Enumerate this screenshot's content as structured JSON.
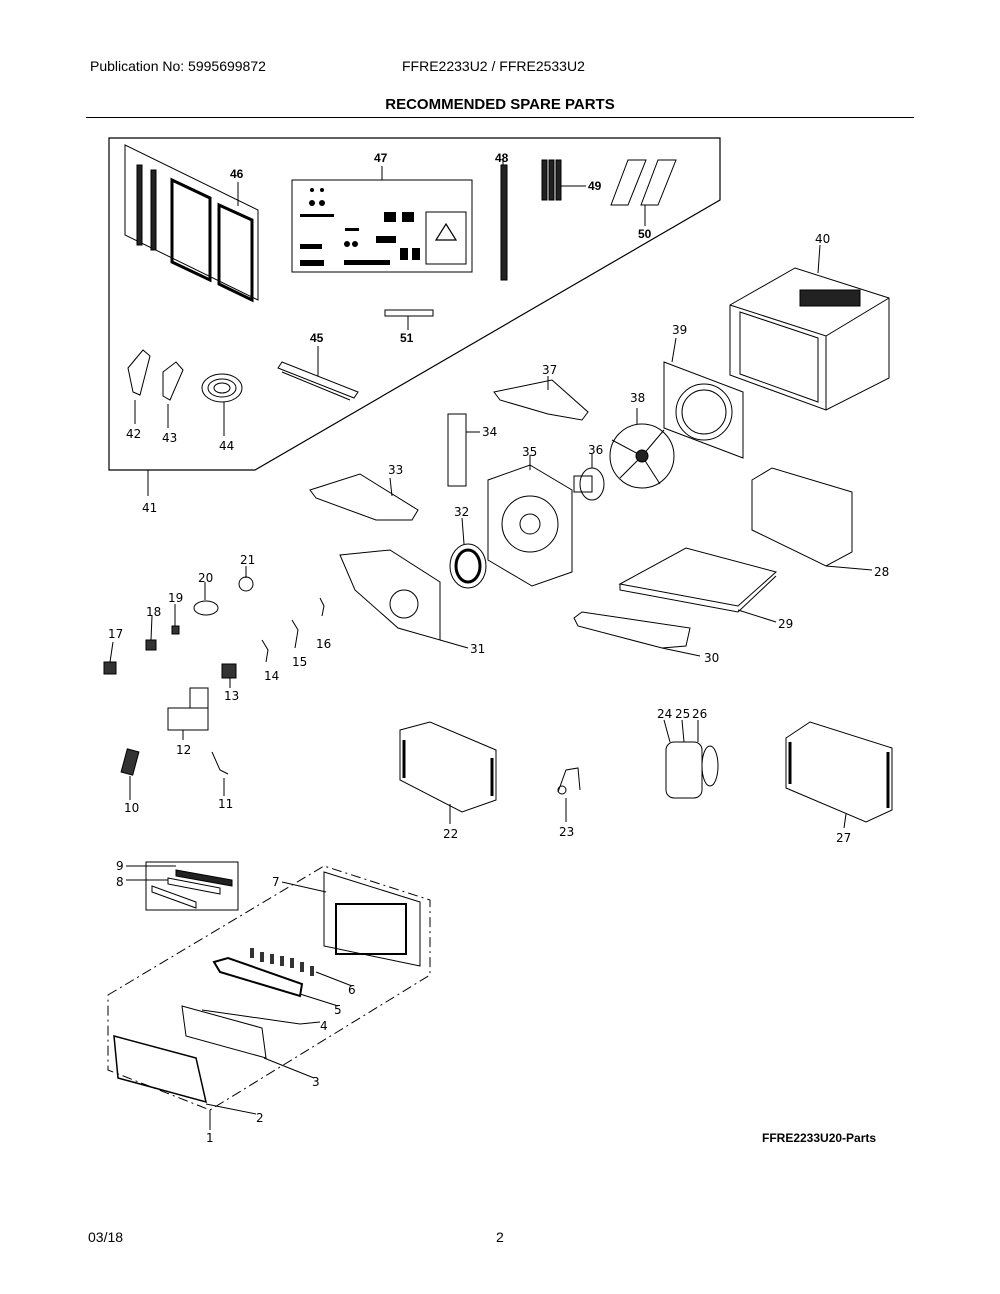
{
  "header": {
    "publication": "Publication No: 5995699872",
    "models": "FFRE2233U2 / FFRE2533U2",
    "title": "RECOMMENDED SPARE PARTS"
  },
  "figure": {
    "label": "FFRE2233U20-Parts",
    "callouts": [
      {
        "n": "1"
      },
      {
        "n": "2"
      },
      {
        "n": "3"
      },
      {
        "n": "4"
      },
      {
        "n": "5"
      },
      {
        "n": "6"
      },
      {
        "n": "7"
      },
      {
        "n": "8"
      },
      {
        "n": "9"
      },
      {
        "n": "10"
      },
      {
        "n": "11"
      },
      {
        "n": "12"
      },
      {
        "n": "13"
      },
      {
        "n": "14"
      },
      {
        "n": "15"
      },
      {
        "n": "16"
      },
      {
        "n": "17"
      },
      {
        "n": "18"
      },
      {
        "n": "19"
      },
      {
        "n": "20"
      },
      {
        "n": "21"
      },
      {
        "n": "22"
      },
      {
        "n": "23"
      },
      {
        "n": "24"
      },
      {
        "n": "25"
      },
      {
        "n": "26"
      },
      {
        "n": "27"
      },
      {
        "n": "28"
      },
      {
        "n": "29"
      },
      {
        "n": "30"
      },
      {
        "n": "31"
      },
      {
        "n": "32"
      },
      {
        "n": "33"
      },
      {
        "n": "34"
      },
      {
        "n": "35"
      },
      {
        "n": "36"
      },
      {
        "n": "37"
      },
      {
        "n": "38"
      },
      {
        "n": "39"
      },
      {
        "n": "40"
      },
      {
        "n": "41"
      },
      {
        "n": "42"
      },
      {
        "n": "43"
      },
      {
        "n": "44"
      },
      {
        "n": "45"
      },
      {
        "n": "46"
      },
      {
        "n": "47"
      },
      {
        "n": "48"
      },
      {
        "n": "49"
      },
      {
        "n": "50"
      },
      {
        "n": "51"
      }
    ]
  },
  "footer": {
    "date": "03/18",
    "page": "2"
  }
}
